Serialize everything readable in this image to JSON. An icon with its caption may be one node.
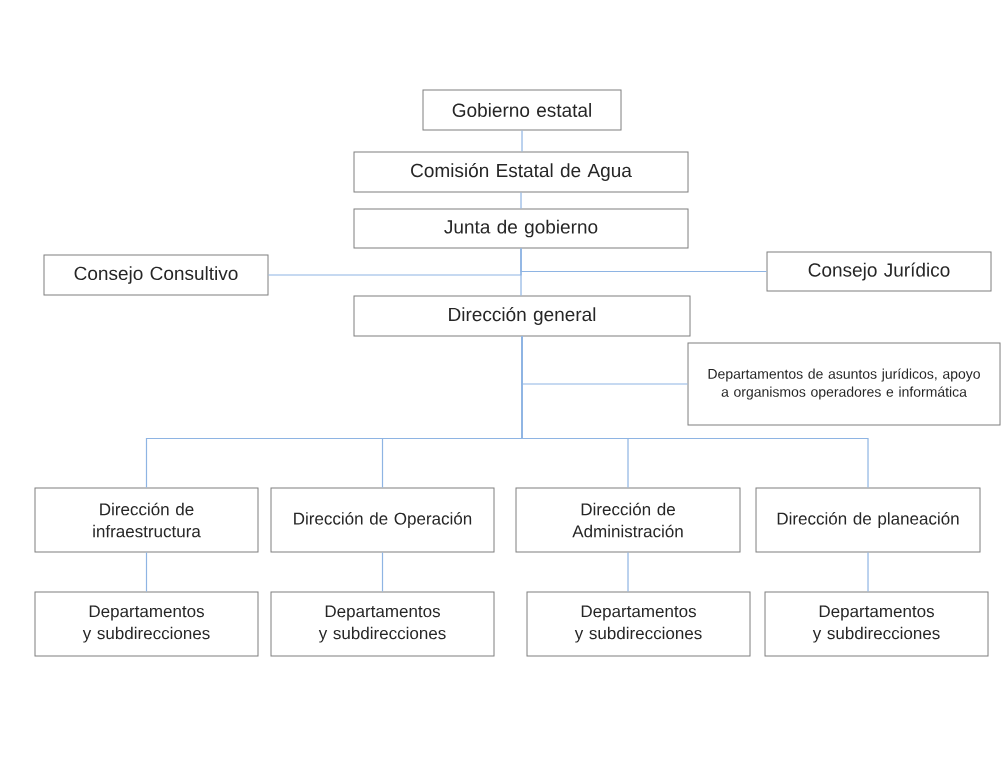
{
  "diagram": {
    "nodes": [
      {
        "text": [
          "Gobierno estatal"
        ]
      },
      {
        "text": [
          "Comisión Estatal de Agua"
        ]
      },
      {
        "text": [
          "Junta de gobierno"
        ]
      },
      {
        "text": [
          "Consejo Consultivo"
        ]
      },
      {
        "text": [
          "Consejo Jurídico"
        ]
      },
      {
        "text": [
          "Dirección general"
        ]
      },
      {
        "text": [
          "Departamentos de asuntos jurídicos, apoyo a organismos operadores e informática"
        ]
      },
      {
        "text": [
          "Dirección de infraestructura"
        ]
      },
      {
        "text": [
          "Dirección de Operación"
        ]
      },
      {
        "text": [
          "Dirección de Administración"
        ]
      },
      {
        "text": [
          "Dirección de planeación"
        ]
      },
      {
        "text": [
          "Departamentos y subdirecciones"
        ]
      },
      {
        "text": [
          "Departamentos y subdirecciones"
        ]
      },
      {
        "text": [
          "Departamentos y subdirecciones"
        ]
      },
      {
        "text": [
          "Departamentos y subdirecciones"
        ]
      }
    ],
    "edges": [
      {
        "from": 0,
        "to": 1,
        "arrow": "none"
      },
      {
        "from": 1,
        "to": 2,
        "arrow": "none"
      },
      {
        "from": 2,
        "to": 3,
        "arrow": "none"
      },
      {
        "from": 2,
        "to": 4,
        "arrow": "none"
      },
      {
        "from": 2,
        "to": 5,
        "arrow": "none"
      },
      {
        "from": 5,
        "to": 6,
        "arrow": "none"
      },
      {
        "from": 5,
        "to": 7,
        "arrow": "none"
      },
      {
        "from": 5,
        "to": 8,
        "arrow": "none"
      },
      {
        "from": 5,
        "to": 9,
        "arrow": "none"
      },
      {
        "from": 5,
        "to": 10,
        "arrow": "none"
      },
      {
        "from": 7,
        "to": 11,
        "arrow": "none"
      },
      {
        "from": 8,
        "to": 12,
        "arrow": "none"
      },
      {
        "from": 9,
        "to": 13,
        "arrow": "none"
      },
      {
        "from": 10,
        "to": 14,
        "arrow": "none"
      }
    ]
  }
}
